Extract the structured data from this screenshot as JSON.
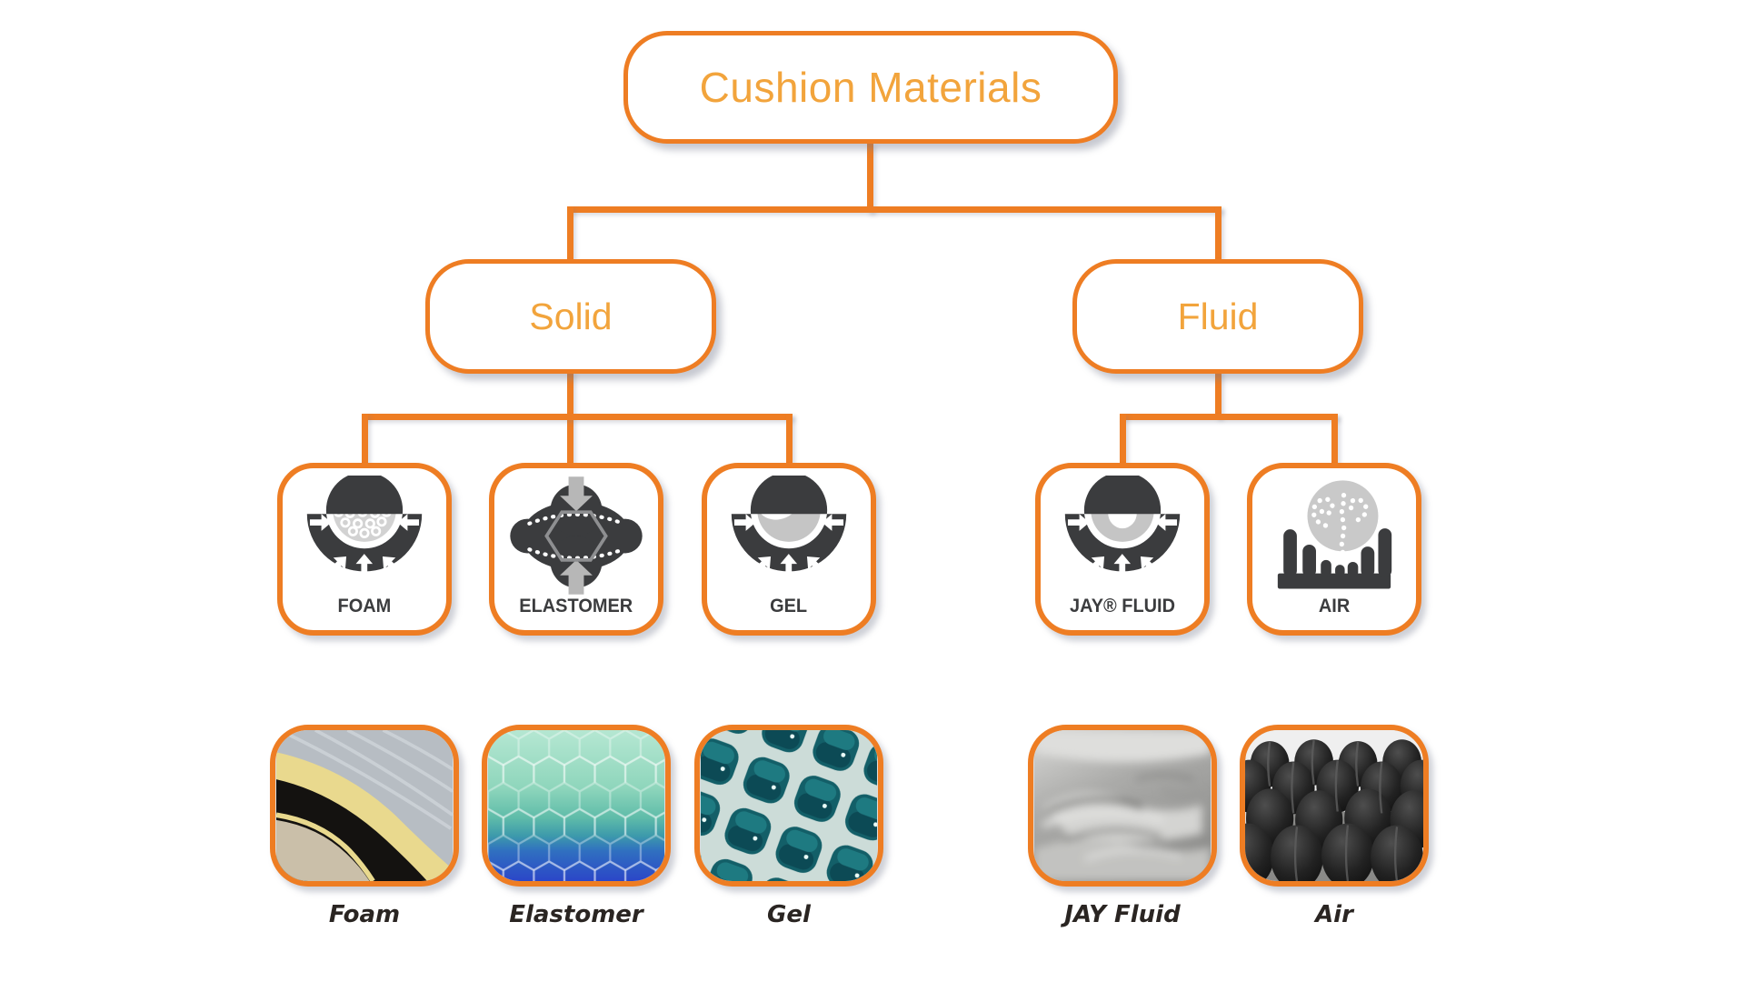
{
  "tree": {
    "root": {
      "label": "Cushion Materials"
    },
    "branches": [
      {
        "label": "Solid",
        "children_type_indexes": [
          0,
          1,
          2
        ]
      },
      {
        "label": "Fluid",
        "children_type_indexes": [
          3,
          4
        ]
      }
    ],
    "types": [
      {
        "label": "FOAM",
        "icon": "foam-pressure-icon"
      },
      {
        "label": "ELASTOMER",
        "icon": "elastomer-compression-icon"
      },
      {
        "label": "GEL",
        "icon": "gel-pressure-icon"
      },
      {
        "label": "JAY® FLUID",
        "icon": "jay-fluid-droplet-icon"
      },
      {
        "label": "AIR",
        "icon": "air-cells-icon"
      }
    ],
    "photos": [
      {
        "caption": "Foam"
      },
      {
        "caption": "Elastomer"
      },
      {
        "caption": "Gel"
      },
      {
        "caption": "JAY Fluid"
      },
      {
        "caption": "Air"
      }
    ],
    "colors": {
      "accent_orange": "#EE7D23",
      "node_text_orange": "#F2A43C",
      "icon_charcoal": "#3B3C3E",
      "icon_gray": "#C9C9C9"
    }
  }
}
